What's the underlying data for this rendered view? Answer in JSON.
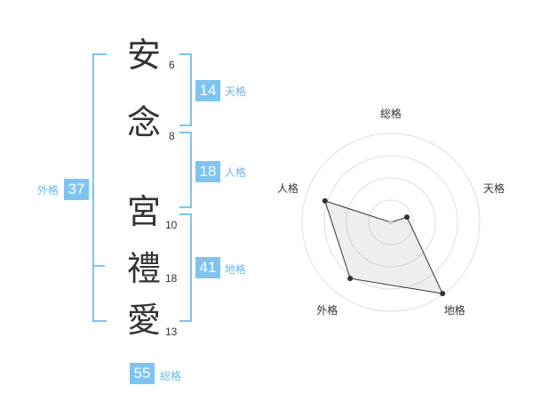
{
  "characters": [
    {
      "char": "安",
      "strokes": "6"
    },
    {
      "char": "念",
      "strokes": "8"
    },
    {
      "char": "宮",
      "strokes": "10"
    },
    {
      "char": "禮",
      "strokes": "18"
    },
    {
      "char": "愛",
      "strokes": "13"
    }
  ],
  "kaku": {
    "tenkaku": {
      "value": "14",
      "label": "天格"
    },
    "jinkaku": {
      "value": "18",
      "label": "人格"
    },
    "chikaku": {
      "value": "41",
      "label": "地格"
    },
    "gaikaku": {
      "value": "37",
      "label": "外格"
    },
    "soukaku": {
      "value": "55",
      "label": "総格"
    }
  },
  "colors": {
    "accent": "#7dc4f0",
    "accent_text": "#6cb7e6",
    "text": "#333333"
  },
  "chart_data": {
    "type": "radar",
    "axes": [
      "総格",
      "天格",
      "地格",
      "外格",
      "人格"
    ],
    "values": [
      0.0,
      0.19,
      0.99,
      0.78,
      0.78
    ],
    "rings": 4,
    "grid": true
  }
}
